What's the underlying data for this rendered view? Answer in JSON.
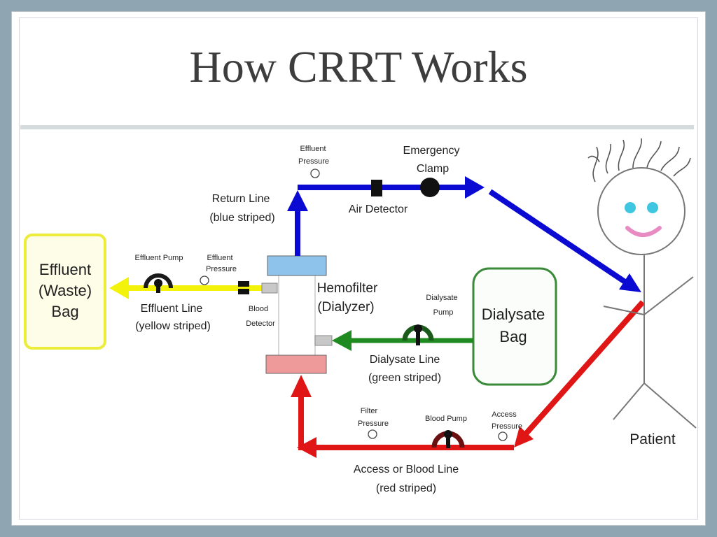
{
  "slide": {
    "title": "How CRRT Works"
  },
  "diagram": {
    "effluent_bag": [
      "Effluent",
      "(Waste)",
      "Bag"
    ],
    "effluent_pump": "Effluent Pump",
    "effluent_pressure_left": [
      "Effluent",
      "Pressure"
    ],
    "effluent_line": [
      "Effluent Line",
      "(yellow striped)"
    ],
    "blood_detector": [
      "Blood",
      "Detector"
    ],
    "hemofilter": [
      "Hemofilter",
      "(Dialyzer)"
    ],
    "return_line": [
      "Return Line",
      "(blue striped)"
    ],
    "effluent_pressure_top": [
      "Effluent",
      "Pressure"
    ],
    "emergency_clamp": [
      "Emergency",
      "Clamp"
    ],
    "air_detector": "Air Detector",
    "dialysate_pump": [
      "Dialysate",
      "Pump"
    ],
    "dialysate_bag": [
      "Dialysate",
      "Bag"
    ],
    "dialysate_line": [
      "Dialysate Line",
      "(green striped)"
    ],
    "filter_pressure": [
      "Filter",
      "Pressure"
    ],
    "blood_pump": "Blood Pump",
    "access_pressure": [
      "Access",
      "Pressure"
    ],
    "blood_line": [
      "Access or Blood Line",
      "(red striped)"
    ],
    "patient": "Patient"
  },
  "colors": {
    "return_line": "#0a0ad2",
    "blood_line": "#e01515",
    "dialysate_line": "#1f8a1f",
    "effluent_line": "#f2f20a",
    "effluent_bag_border": "#ecec3a",
    "dialysate_bag_border": "#3a8a3a",
    "filter_top": "#8ec3ec",
    "filter_bottom": "#ee9a9a",
    "patient_eyes": "#3fc6e0",
    "patient_mouth": "#e88bc3"
  }
}
